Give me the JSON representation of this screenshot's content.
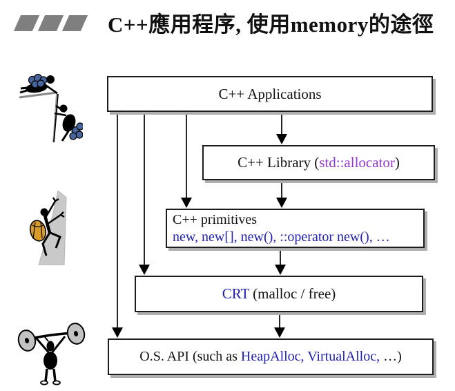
{
  "colors": {
    "accent-blue": "#2121b0",
    "accent-purple": "#9636cf",
    "bullet-gray": "#7f7f7f",
    "shadow-gray": "#aeaeae",
    "rock-gray": "#c9c9c9",
    "backpack-blue": "#49659e",
    "backpack-orange": "#d89b2a",
    "plate-gray": "#c2c2c2"
  },
  "header": {
    "bullets_icon": "three-parallelogram-bullets-icon",
    "title": "C++應用程序, 使用memory的途徑"
  },
  "diagram": {
    "app_box": {
      "label": "C++ Applications"
    },
    "library_box": {
      "prefix": "C++ Library (",
      "allocator": "std::allocator",
      "suffix": ")"
    },
    "primitives_box": {
      "title": "C++ primitives",
      "detail": "new, new[], new(), ::operator new(), …"
    },
    "crt_box": {
      "crt": "CRT",
      "suffix": " (malloc / free)"
    },
    "os_box": {
      "prefix": "O.S. API (such as ",
      "apis": "HeapAlloc, VirtualAlloc,",
      "suffix": " …)"
    }
  },
  "cliparts": [
    {
      "name": "climbing-team-clipart"
    },
    {
      "name": "rock-climber-clipart"
    },
    {
      "name": "weightlifter-clipart"
    }
  ]
}
